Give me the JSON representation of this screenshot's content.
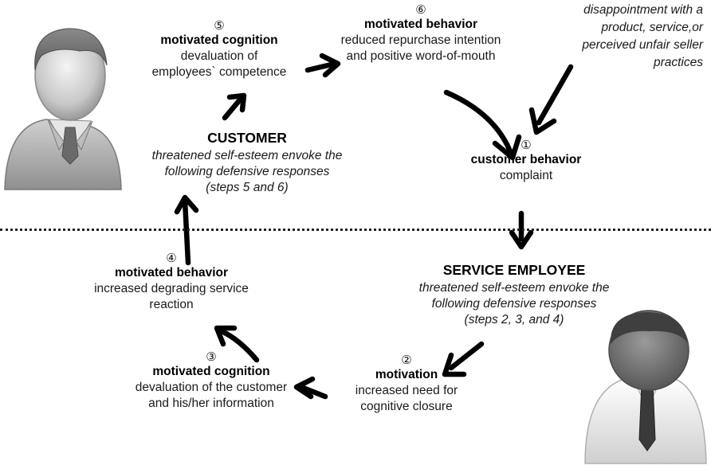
{
  "trigger": {
    "lines": [
      "disappointment with a",
      "product, service,or",
      "perceived unfair seller",
      "practices"
    ]
  },
  "nodes": {
    "n1": {
      "marker": "①",
      "title": "customer behavior",
      "text": "complaint"
    },
    "n2": {
      "marker": "②",
      "title": "motivation",
      "lines": [
        "increased need for",
        "cognitive closure"
      ]
    },
    "n3": {
      "marker": "③",
      "title": "motivated cognition",
      "lines": [
        "devaluation of the customer",
        "and his/her information"
      ]
    },
    "n4": {
      "marker": "④",
      "title": "motivated behavior",
      "lines": [
        "increased degrading service",
        "reaction"
      ]
    },
    "n5": {
      "marker": "⑤",
      "title": "motivated cognition",
      "lines": [
        "devaluation of",
        "employees` competence"
      ]
    },
    "n6": {
      "marker": "⑥",
      "title": "motivated behavior",
      "lines": [
        "reduced repurchase intention",
        "and positive word-of-mouth"
      ]
    }
  },
  "customer": {
    "heading": "CUSTOMER",
    "lines": [
      "threatened self-esteem envoke the",
      "following defensive responses",
      "(steps 5 and 6)"
    ]
  },
  "employee": {
    "heading": "SERVICE EMPLOYEE",
    "lines": [
      "threatened self-esteem envoke the",
      "following defensive responses",
      "(steps 2, 3, and 4)"
    ]
  },
  "colors": {
    "arrow": "#000000",
    "divider": "#222222",
    "figure_light": "#d8d8d8",
    "figure_dark": "#6a6a6a"
  },
  "icons": [
    "customer-avatar-icon",
    "employee-avatar-icon"
  ]
}
